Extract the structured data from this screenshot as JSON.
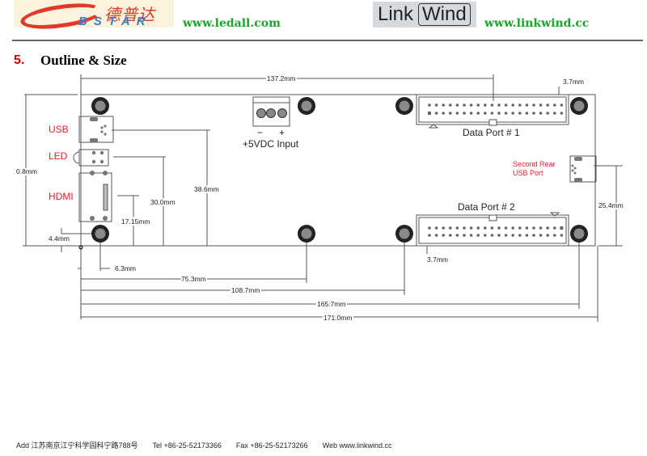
{
  "header": {
    "logo_left": {
      "cn": "德普达",
      "en": "BSTAR"
    },
    "url_left": "www.ledall.com",
    "logo_right": {
      "part1": "Link",
      "part2": "Wind"
    },
    "url_right": "www.linkwind.cc"
  },
  "section": {
    "number": "5.",
    "title": "Outline & Size"
  },
  "diagram": {
    "labels": {
      "usb": "USB",
      "led": "LED",
      "hdmi": "HDMI",
      "power_minus": "−",
      "power_plus": "+",
      "power_input": "+5VDC Input",
      "data_port_1": "Data Port # 1",
      "data_port_2": "Data Port # 2",
      "second_usb_line1": "Second Rear",
      "second_usb_line2": "USB Port"
    },
    "dimensions": {
      "d137_2": "137.2mm",
      "d3_7_top": "3.7mm",
      "d0_8": "0.8mm",
      "d38_6": "38.6mm",
      "d30_0": "30.0mm",
      "d17_15": "17.15mm",
      "d4_4": "4.4mm",
      "d6_3": "6.3mm",
      "d75_3": "75.3mm",
      "d108_7": "108.7mm",
      "d165_7": "165.7mm",
      "d171_0": "171.0mm",
      "d25_4": "25.4mm",
      "d3_7_bottom": "3.7mm"
    },
    "colors": {
      "label_red": "#e8202a",
      "line": "#555555",
      "mount_dark": "#222222",
      "mount_inner": "#8a8a8a"
    }
  },
  "footer": {
    "address": "Add 江苏南京江宁科学园科宁路788号",
    "tel": "Tel +86-25-52173366",
    "fax": "Fax +86-25-52173266",
    "web": "Web www.linkwind.cc"
  }
}
